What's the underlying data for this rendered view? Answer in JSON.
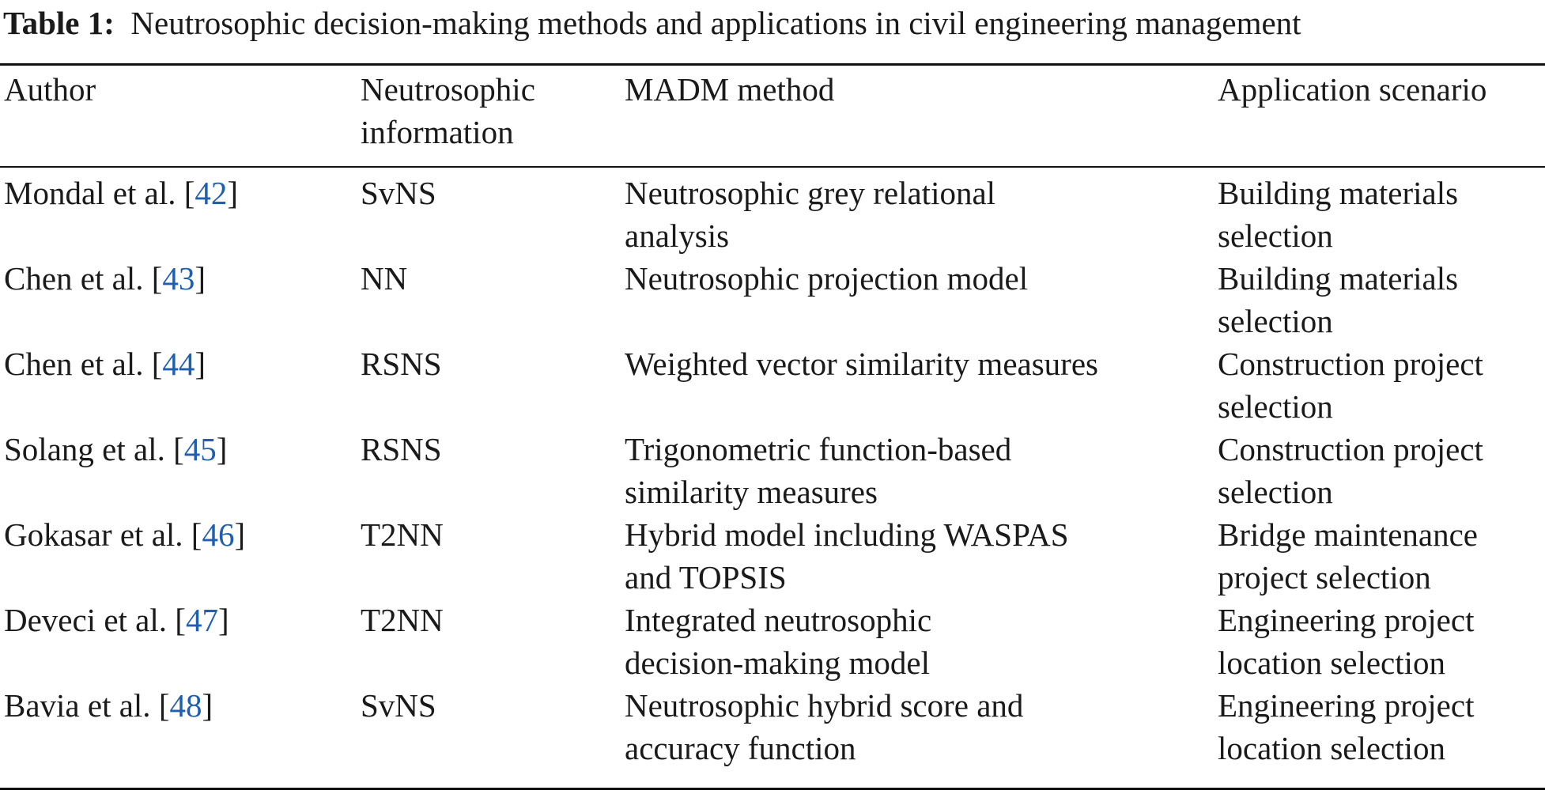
{
  "table": {
    "caption_label": "Table 1:",
    "caption_text": "Neutrosophic decision-making methods and applications in civil engineering management",
    "headers": {
      "author": "Author",
      "info_line1": "Neutrosophic",
      "info_line2": "information",
      "method": "MADM method",
      "application": "Application scenario"
    },
    "rows": [
      {
        "author": "Mondal et al.",
        "ref": "42",
        "info": "SvNS",
        "method_line1": "Neutrosophic grey relational",
        "method_line2": "analysis",
        "app_line1": "Building materials",
        "app_line2": "selection"
      },
      {
        "author": "Chen et al.",
        "ref": "43",
        "info": "NN",
        "method_line1": "Neutrosophic projection model",
        "method_line2": "",
        "app_line1": "Building materials",
        "app_line2": "selection"
      },
      {
        "author": "Chen et al.",
        "ref": "44",
        "info": "RSNS",
        "method_line1": "Weighted vector similarity measures",
        "method_line2": "",
        "app_line1": "Construction project",
        "app_line2": "selection"
      },
      {
        "author": "Solang et al.",
        "ref": "45",
        "info": "RSNS",
        "method_line1": "Trigonometric function-based",
        "method_line2": "similarity measures",
        "app_line1": "Construction project",
        "app_line2": "selection"
      },
      {
        "author": "Gokasar et al.",
        "ref": "46",
        "info": "T2NN",
        "method_line1": "Hybrid model including WASPAS",
        "method_line2": "and TOPSIS",
        "app_line1": "Bridge maintenance",
        "app_line2": "project selection"
      },
      {
        "author": "Deveci et al.",
        "ref": "47",
        "info": "T2NN",
        "method_line1": "Integrated neutrosophic",
        "method_line2": "decision-making model",
        "app_line1": "Engineering project",
        "app_line2": "location selection"
      },
      {
        "author": "Bavia et al.",
        "ref": "48",
        "info": "SvNS",
        "method_line1": "Neutrosophic hybrid score and",
        "method_line2": "accuracy function",
        "app_line1": "Engineering project",
        "app_line2": "location selection"
      }
    ]
  },
  "colors": {
    "link": "#1f5fb0",
    "text": "#1a1a1a",
    "rule": "#111111"
  }
}
